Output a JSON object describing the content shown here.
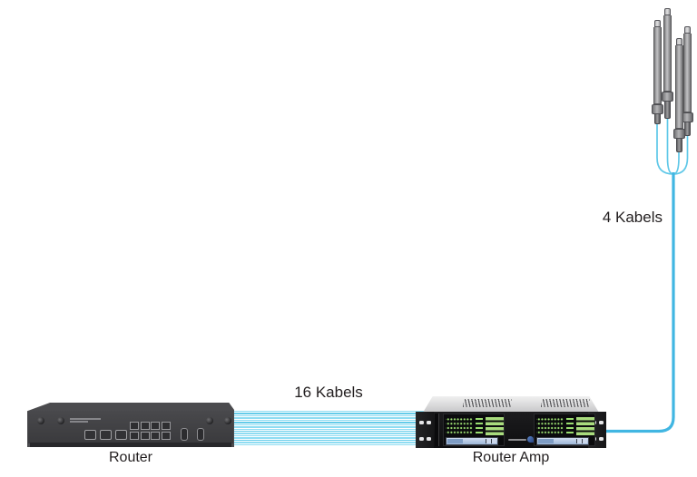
{
  "labels": {
    "router": "Router",
    "router_amp": "Router Amp",
    "ribbon_cables": "16 Kabels",
    "antenna_cables": "4 Kabels"
  },
  "counts": {
    "ribbon_cables": 16,
    "antenna_cables": 4,
    "antennas": 4
  },
  "colors": {
    "cable_main": "#41b6e2",
    "cable_thin": "#5fc8e8",
    "ribbon_light": "#8edcf2",
    "ribbon_dark": "#63cbe9",
    "ribbon_gap": "#ffffff",
    "led_green": "#9ade70",
    "bar_green": "#a9dc7e",
    "lcd_blue": "#aec6e2",
    "label_text": "#221e1f"
  }
}
